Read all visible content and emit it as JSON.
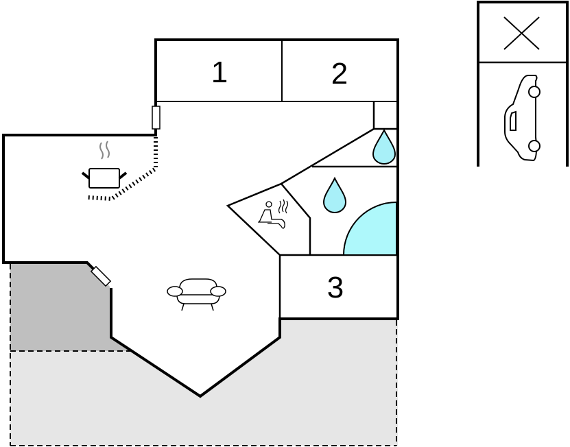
{
  "rooms": {
    "room_1": "1",
    "room_2": "2",
    "room_3": "3"
  },
  "icons": [
    "cooking-pot-icon",
    "armchair-icon",
    "sauna-icon",
    "water-drop-icon",
    "pool-icon",
    "car-icon",
    "no-parking-x-icon"
  ],
  "colors": {
    "wall": "#000000",
    "water": "#a8f0f8",
    "terrace_dark": "#bfbfbf",
    "terrace_light": "#e6e6e6"
  }
}
